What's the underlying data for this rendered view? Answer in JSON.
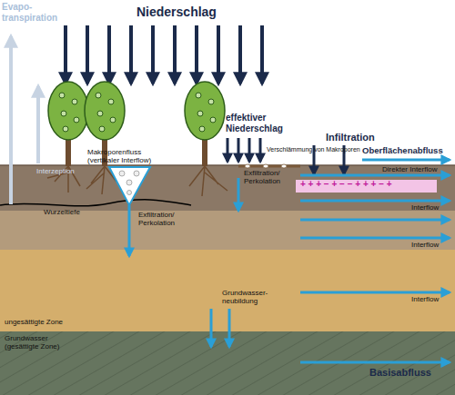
{
  "diagram": {
    "labels": [
      "Evapo- transpiration",
      "Niederschlag",
      "effektiver Niederschlag",
      "Interzeption",
      "Makroporenfluss (vertikaler Interflow)",
      "Verschlämmung von Makroporen",
      "Infiltration",
      "Oberflächenabfluss",
      "Direkter Interflow",
      "+ + + − + − − + + + − +",
      "Exfiltration/ Perkolation",
      "Interflow",
      "Wurzeltiefe",
      "Exfiltration/ Perkolation",
      "Interflow",
      "Interflow",
      "Grundwasser- neubildung",
      "ungesättigte Zone",
      "Grundwasser (gesättigte Zone)",
      "Basisabfluss"
    ]
  }
}
